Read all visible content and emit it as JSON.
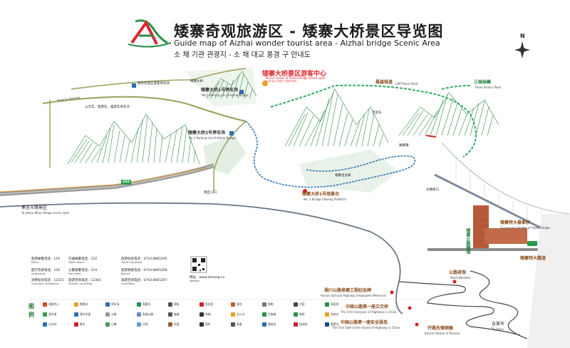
{
  "header": {
    "title_cn": "矮寨奇观旅游区 - 矮寨大桥景区导览图",
    "title_en": "Guide map of Aizhai wonder tourist area - Aizhai bridge Scenic Area",
    "title_ko": "소 채 기관 관광지 - 소 채 대교 풍경 구 안내도",
    "compass_label": "N"
  },
  "visitor_center": {
    "title_cn": "矮寨大桥景区游客中心",
    "title_en": "Tourist center of Aizhai bridge scenic spot",
    "subtitle": "아 채 대교 관광지 관광객 센터"
  },
  "places": {
    "parking1": {
      "cn": "矮寨大桥1号停车场",
      "en": "No.1 Parking Lot of Aizhai Bridge"
    },
    "parking2": {
      "cn": "矮寨大桥2号停车场",
      "en": "No.2 Parking Lot of Aizhai Bridge"
    },
    "dehang_parking": {
      "cn": "德夯风景区游客停车场",
      "en": ""
    },
    "nanzhen": {
      "cn": "南寨大桥",
      "en": ""
    },
    "bus": {
      "cn": "公交车、旅游车、摆渡车停车点",
      "en": ""
    },
    "road_hainan": {
      "cn": "Road to Dehang",
      "en": ""
    },
    "viewing": {
      "cn": "矮寨大桥1号观景台",
      "en": "No. 1 Bridge Viewing Platform"
    },
    "three_sisters": {
      "cn": "三姊妹峰",
      "en": "Three Sisters Peak"
    },
    "cliff_road": {
      "cn": "悬崖栈道",
      "en": "Cliff Plank Road"
    },
    "suspension": {
      "cn": "矮寨特大悬索桥",
      "en": "Suspension Bridge of Aizhai Bridge"
    },
    "tunnel": {
      "cn": "矮寨特大隧道",
      "en": ""
    },
    "mountain_tunnel": {
      "cn": "矮寨公路隧道",
      "en": ""
    },
    "aizhai_village": {
      "cn": "矮寨坐龙峡",
      "en": ""
    },
    "jishou": {
      "cn": "寨吉斗路景区",
      "en": "To Jishou Miao Village scenic spot"
    },
    "jishou_city": {
      "cn": "吉首市",
      "en": "To Jishou"
    },
    "scenic_entry": {
      "cn": "景区入口",
      "en": ""
    },
    "g65": {
      "cn": "G65",
      "en": ""
    },
    "road_wonders": {
      "cn": "公路奇观",
      "en": "Road Wonders"
    },
    "memorial": {
      "cn": "湘川公路修建工程纪念碑",
      "en": "Hunan Sichuan Highway Employees Memorial"
    },
    "overpass": {
      "cn": "中国公路第一座立交桥",
      "en": "The First Overpass of Highway in China"
    },
    "green_island": {
      "cn": "中国公路第一座安全绿岛",
      "en": "The First Safe Green Island of Highway in China"
    },
    "pioneer": {
      "cn": "开路先锋铜像",
      "en": "Bronze Statue of Pioneer"
    },
    "sanxiu": {
      "cn": "水路桥口",
      "en": ""
    },
    "jishou_dong": {
      "cn": "吉首东",
      "en": ""
    },
    "aizhai_town": {
      "cn": "矮寨镇",
      "en": ""
    }
  },
  "contacts": [
    {
      "label": "旅游报警电话：110",
      "en": "Police"
    },
    {
      "label": "交通报警电话：122",
      "en": "Traffic Alarm"
    },
    {
      "label": "医疗急救电话：120",
      "en": "Ambulance"
    },
    {
      "label": "火警报警电话：119",
      "en": "Fire Alarm"
    },
    {
      "label": "消费投诉电话：12315",
      "en": "Consumer Complaints"
    },
    {
      "label": "旅游咨询电话：12301",
      "en": "Tourism Consulting"
    },
    {
      "label": "旅游投诉电话：0743-8665205",
      "en": "Travel Complaint"
    },
    {
      "label": "旅游救援电话：0743-8665206",
      "en": "Rescue"
    },
    {
      "label": "旅游咨询电话：0743-8665207",
      "en": "Consulting"
    }
  ],
  "website": {
    "label": "网址：www.dehang.cn",
    "en": "Website"
  },
  "legend": {
    "title": "图 例",
    "items": [
      {
        "label": "游客中心",
        "color": "#d84b20"
      },
      {
        "label": "售票处",
        "color": "#e3a22a"
      },
      {
        "label": "停车场",
        "color": "#2a6fb3"
      },
      {
        "label": "观景台",
        "color": "#2a8f4a"
      },
      {
        "label": "厕所",
        "color": "#555555"
      },
      {
        "label": "医务室",
        "color": "#d0202a"
      },
      {
        "label": "餐饮",
        "color": "#c06020"
      },
      {
        "label": "购物",
        "color": "#777777"
      },
      {
        "label": "住宿",
        "color": "#444444"
      },
      {
        "label": "休息亭",
        "color": "#2a8f4a"
      },
      {
        "label": "游步道",
        "color": "#3a9a4a"
      },
      {
        "label": "观光车道",
        "color": "#2a6fb3"
      },
      {
        "label": "公路",
        "color": "#999999"
      },
      {
        "label": "高速公路",
        "color": "#6a8cc0"
      },
      {
        "label": "隧道",
        "color": "#555555"
      },
      {
        "label": "电梯",
        "color": "#333333"
      },
      {
        "label": "出入口",
        "color": "#e3a22a"
      },
      {
        "label": "垃圾箱",
        "color": "#2a8f4a"
      },
      {
        "label": "邮局",
        "color": "#2a8f4a"
      },
      {
        "label": "咨询点",
        "color": "#e3a22a"
      },
      {
        "label": "公交站",
        "color": "#2a6fb3"
      },
      {
        "label": "景点",
        "color": "#d0202a"
      },
      {
        "label": "山峰",
        "color": "#4a9a5a"
      },
      {
        "label": "河流",
        "color": "#6aa0d0"
      },
      {
        "label": "桥梁",
        "color": "#a05a2a"
      },
      {
        "label": "缆车",
        "color": "#333333"
      },
      {
        "label": "索道",
        "color": "#555555"
      },
      {
        "label": "服务站",
        "color": "#2a6fb3"
      },
      {
        "label": "加油站",
        "color": "#d0202a"
      },
      {
        "label": "报警点",
        "color": "#1a4a8a"
      }
    ]
  },
  "colors": {
    "mountain": "#2f8a48",
    "trail_green": "#3aa85a",
    "trail_dashed": "#2fae66",
    "road": "#8a8a8a",
    "highway": "#6a8cc0",
    "tower_brick": "#b75a3a",
    "sightseeing_blue": "#2a6fb3"
  }
}
